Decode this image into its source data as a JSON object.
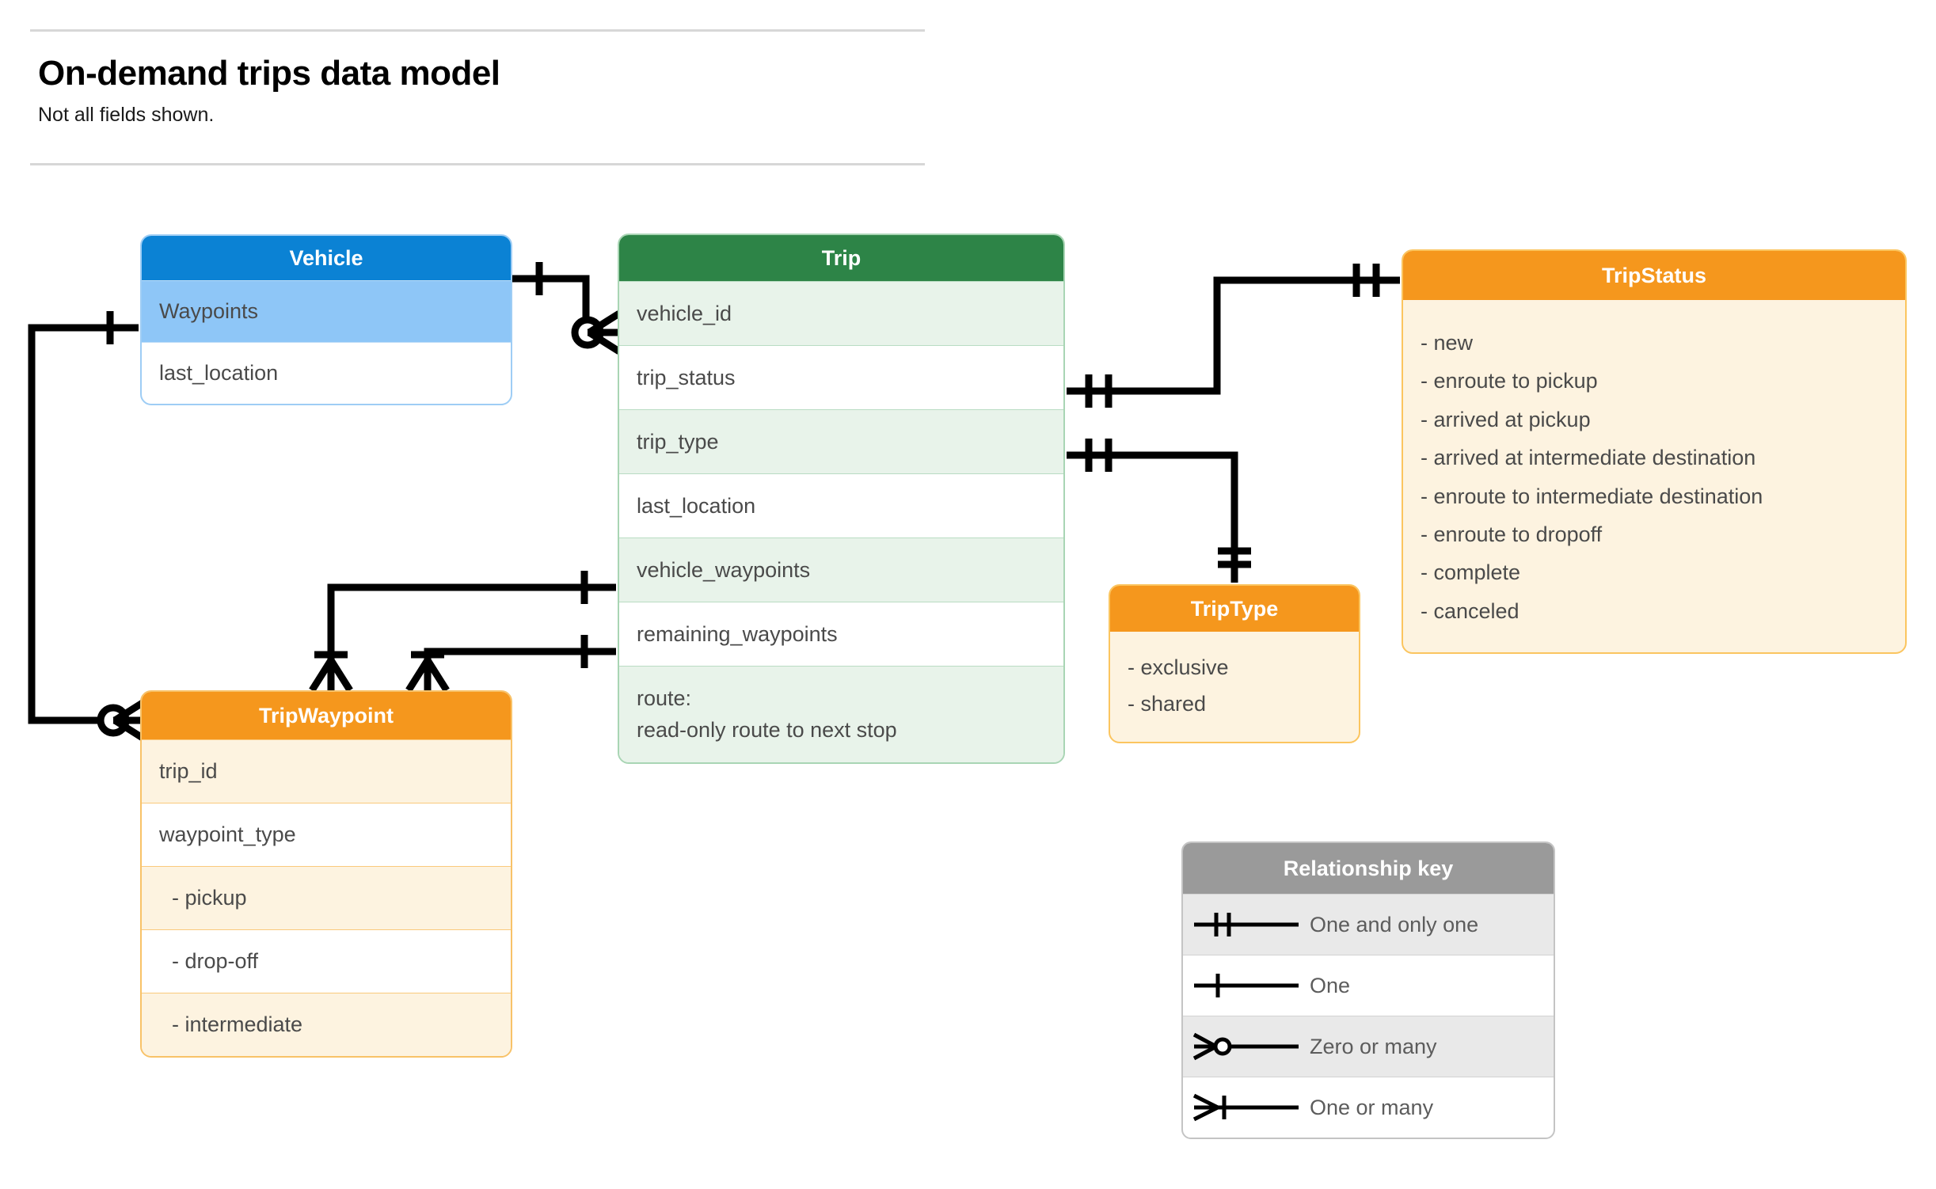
{
  "header": {
    "title": "On-demand trips data model",
    "subtitle": "Not all fields shown."
  },
  "colors": {
    "vehicle_header": "#0b82d4",
    "vehicle_row_accent": "#8ec6f7",
    "trip_header": "#2d8447",
    "trip_row_accent": "#e8f3ea",
    "orange_header": "#f5971d",
    "orange_row_accent": "#fdf3e0",
    "legend_header": "#9a9a9a",
    "connector": "#000000"
  },
  "entities": {
    "vehicle": {
      "name": "Vehicle",
      "fields": [
        {
          "label": "Waypoints"
        },
        {
          "label": "last_location"
        }
      ]
    },
    "trip": {
      "name": "Trip",
      "fields": [
        {
          "label": "vehicle_id"
        },
        {
          "label": "trip_status"
        },
        {
          "label": "trip_type"
        },
        {
          "label": "last_location"
        },
        {
          "label": "vehicle_waypoints"
        },
        {
          "label": "remaining_waypoints"
        }
      ],
      "route_label": "route:",
      "route_note": "read-only route to next stop"
    },
    "trip_waypoint": {
      "name": "TripWaypoint",
      "fields": [
        {
          "label": "trip_id"
        },
        {
          "label": "waypoint_type"
        },
        {
          "label": "-  pickup"
        },
        {
          "label": "-  drop-off"
        },
        {
          "label": "-  intermediate"
        }
      ]
    },
    "trip_status": {
      "name": "TripStatus",
      "values": [
        "- new",
        "- enroute to pickup",
        "- arrived at pickup",
        "- arrived at intermediate destination",
        "- enroute to intermediate destination",
        "- enroute to dropoff",
        "- complete",
        "- canceled"
      ]
    },
    "trip_type": {
      "name": "TripType",
      "values": [
        "- exclusive",
        "- shared"
      ]
    }
  },
  "legend": {
    "title": "Relationship key",
    "rows": [
      {
        "symbol": "one-and-only-one",
        "label": "One and only one"
      },
      {
        "symbol": "one",
        "label": "One"
      },
      {
        "symbol": "zero-or-many",
        "label": "Zero or many"
      },
      {
        "symbol": "one-or-many",
        "label": "One or many"
      }
    ]
  },
  "relationships": [
    {
      "from": "Vehicle",
      "from_card": "one",
      "to": "Trip.vehicle_id",
      "to_card": "zero-or-many"
    },
    {
      "from": "Vehicle.Waypoints",
      "from_card": "one",
      "to": "TripWaypoint",
      "to_card": "zero-or-many"
    },
    {
      "from": "Trip.trip_status",
      "from_card": "one-and-only-one",
      "to": "TripStatus",
      "to_card": "one-and-only-one"
    },
    {
      "from": "Trip.trip_type",
      "from_card": "one-and-only-one",
      "to": "TripType",
      "to_card": "one-and-only-one"
    },
    {
      "from": "Trip.vehicle_waypoints",
      "from_card": "one",
      "to": "TripWaypoint",
      "to_card": "one-or-many"
    },
    {
      "from": "Trip.remaining_waypoints",
      "from_card": "one",
      "to": "TripWaypoint",
      "to_card": "one-or-many"
    }
  ]
}
